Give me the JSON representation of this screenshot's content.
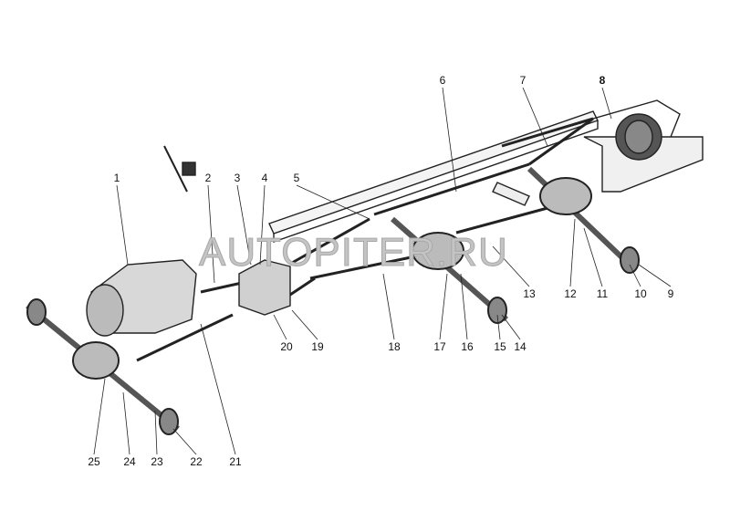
{
  "diagram": {
    "watermark": "AUTOPITER.RU",
    "callouts": [
      "1",
      "2",
      "3",
      "4",
      "5",
      "6",
      "7",
      "8",
      "9",
      "10",
      "11",
      "12",
      "13",
      "14",
      "15",
      "16",
      "17",
      "18",
      "19",
      "20",
      "21",
      "22",
      "23",
      "24",
      "25"
    ]
  }
}
